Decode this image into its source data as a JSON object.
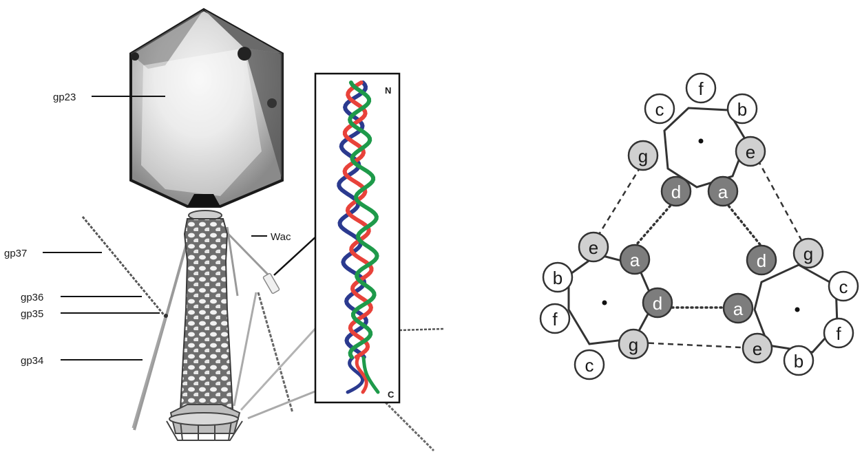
{
  "phage_labels": {
    "gp23": "gp23",
    "wac": "Wac",
    "gp37": "gp37",
    "gp36": "gp36",
    "gp35": "gp35",
    "gp34": "gp34"
  },
  "inset": {
    "n_terminus": "N",
    "c_terminus": "C",
    "chain_colors": [
      "#2b3a8f",
      "#e8423a",
      "#1e9a4a"
    ]
  },
  "heptad_diagram": {
    "wheels": [
      {
        "positions": [
          "c",
          "f",
          "b",
          "e",
          "a",
          "d",
          "g"
        ]
      },
      {
        "positions": [
          "b",
          "e",
          "a",
          "d",
          "g",
          "c",
          "f"
        ]
      },
      {
        "positions": [
          "c",
          "g",
          "d",
          "a",
          "e",
          "b",
          "f"
        ]
      }
    ],
    "colors": {
      "core": "#7d7d7d",
      "flank": "#d0d0d0",
      "outer": "#ffffff",
      "stroke": "#333333"
    }
  }
}
